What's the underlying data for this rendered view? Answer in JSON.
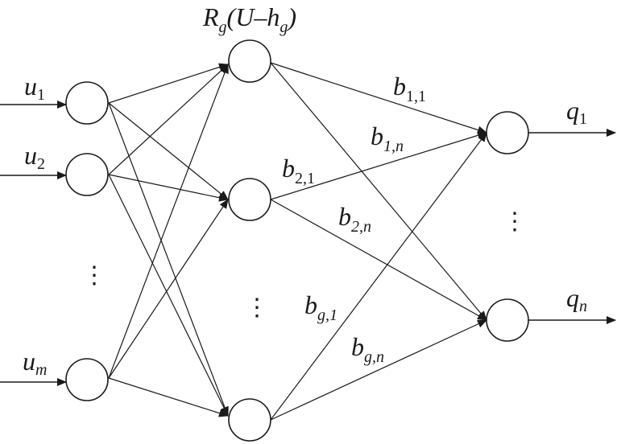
{
  "hidden_layer_label": {
    "main": "R",
    "sub": "g",
    "arg_open": "(U–h",
    "arg_sub": "g",
    "arg_close": ")"
  },
  "inputs": [
    {
      "main": "u",
      "sub": "1"
    },
    {
      "main": "u",
      "sub": "2"
    },
    {
      "main": "u",
      "sub": "m"
    }
  ],
  "outputs": [
    {
      "main": "q",
      "sub": "1"
    },
    {
      "main": "q",
      "sub": "n"
    }
  ],
  "weights": [
    {
      "main": "b",
      "sub": "1,1"
    },
    {
      "main": "b",
      "sub": "1,n"
    },
    {
      "main": "b",
      "sub": "2,1"
    },
    {
      "main": "b",
      "sub": "2,n"
    },
    {
      "main": "b",
      "sub": "g,1"
    },
    {
      "main": "b",
      "sub": "g,n"
    }
  ],
  "ellipsis": "⋮",
  "colors": {
    "stroke": "#1a1a1a",
    "background": "#ffffff"
  }
}
